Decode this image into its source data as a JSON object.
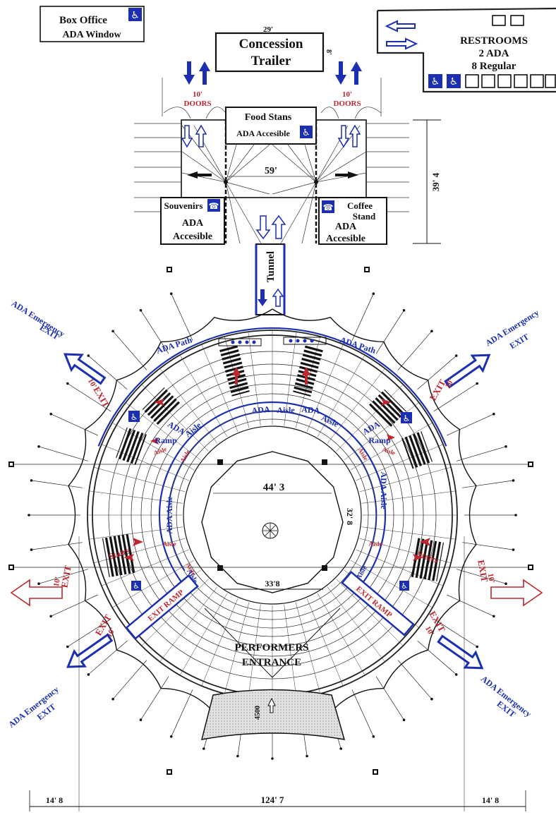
{
  "colors": {
    "blue": "#1b2fb0",
    "red": "#c0262d",
    "ink": "#111111",
    "ada_sign": "#1b2fb0"
  },
  "icons": [
    "wheelchair-icon",
    "arrow-icon",
    "exit-arrow-icon",
    "lamp-post-icon",
    "compass-icon"
  ],
  "box_office": {
    "line1": "Box Office",
    "line2": "ADA Window"
  },
  "concession": {
    "dim": "29'",
    "line1": "Concession",
    "line2": "Trailer",
    "side_dim": "8'"
  },
  "restrooms": {
    "line1": "RESTROOMS",
    "line2": "2 ADA",
    "line3": "8 Regular"
  },
  "doors": {
    "line1": "10'",
    "line2": "DOORS"
  },
  "food_stand": {
    "line1": "Food Stans",
    "line2": "ADA Accesible"
  },
  "hall": {
    "width": "59'",
    "depth": "39' 4"
  },
  "souvenirs": {
    "line1": "Souvenirs",
    "line2": "ADA",
    "line3": "Accesible"
  },
  "coffee": {
    "line1": "Coffee",
    "line2": "Stand",
    "line3": "ADA",
    "line4": "Accesible"
  },
  "tunnel": "Tunnel",
  "emergency": {
    "line1": "ADA Emergency",
    "line2": "EXIT"
  },
  "exit": {
    "word": "EXIT",
    "size": "10'"
  },
  "arena": {
    "ada_path": "ADA Path",
    "ada": "ADA",
    "aisle": "Aisle",
    "ada_aisle": "ADA Aisle",
    "ramp": "Ramp",
    "stairs": "Stairs",
    "exit_ramp": "EXIT RAMP",
    "ring_width": "44' 3",
    "ring_side": "32' 8",
    "ring_bottom": "33'8",
    "performers_line1": "PERFORMERS",
    "performers_line2": "ENTRANCE",
    "gate_dim": "4500"
  },
  "dims": {
    "left": "14' 8",
    "center": "124' 7",
    "right": "14' 8"
  }
}
